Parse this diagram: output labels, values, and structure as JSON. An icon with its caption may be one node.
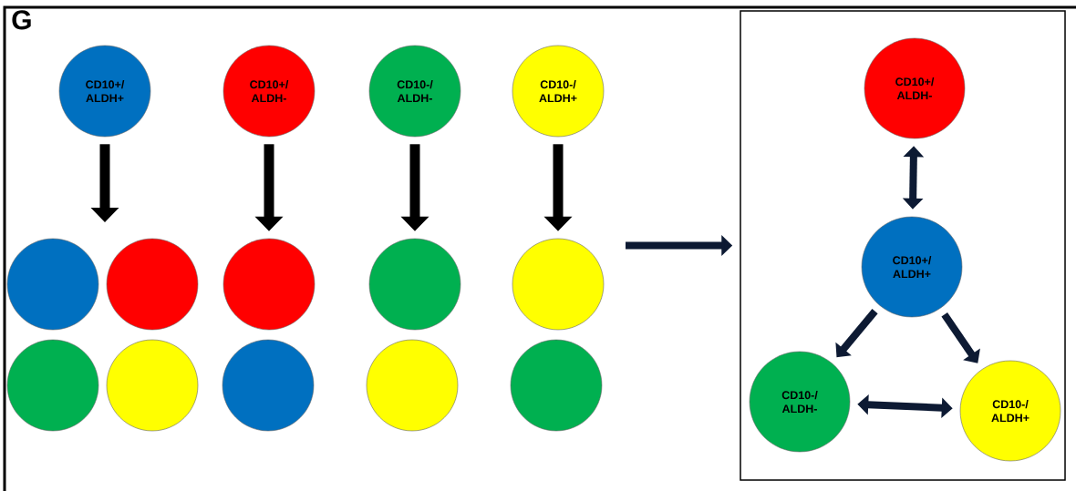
{
  "diagram": {
    "nodes": [
      {
        "text": [
          "CD10+/ ALDH+"
        ]
      },
      {
        "text": [
          "CD10+/ ALDH-"
        ]
      },
      {
        "text": [
          "CD10-/ ALDH-"
        ]
      },
      {
        "text": [
          "CD10-/ ALDH+"
        ]
      },
      {
        "text": [],
        "shape": "circle"
      },
      {
        "text": [],
        "shape": "circle"
      },
      {
        "text": [],
        "shape": "circle"
      },
      {
        "text": [],
        "shape": "circle"
      },
      {
        "text": [],
        "shape": "circle"
      },
      {
        "text": [],
        "shape": "circle"
      },
      {
        "text": [],
        "shape": "circle"
      },
      {
        "text": [],
        "shape": "circle"
      },
      {
        "text": [],
        "shape": "circle"
      },
      {
        "text": [],
        "shape": "circle"
      },
      {
        "text": [],
        "shape": "box"
      },
      {
        "text": [
          "CD10+/ ALDH-"
        ],
        "in": 14
      },
      {
        "text": [
          "CD10+/ ALDH+"
        ],
        "in": 14
      },
      {
        "text": [
          "CD10-/ ALDH-"
        ],
        "in": 14
      },
      {
        "text": [
          "CD10-/ ALDH+"
        ],
        "in": 14
      }
    ],
    "edges": [
      {
        "from": 0,
        "to": null,
        "arrow": "to",
        "color": "#000000"
      },
      {
        "from": 1,
        "to": 6,
        "arrow": "to",
        "color": "#000000"
      },
      {
        "from": 2,
        "to": 7,
        "arrow": "to",
        "color": "#000000"
      },
      {
        "from": 3,
        "to": 8,
        "arrow": "to",
        "color": "#000000"
      },
      {
        "from": null,
        "to": 14,
        "arrow": "to"
      },
      {
        "from": 15,
        "to": 16,
        "arrow": "both"
      },
      {
        "from": 16,
        "to": 17,
        "arrow": "to"
      },
      {
        "from": 16,
        "to": 18,
        "arrow": "to"
      },
      {
        "from": 17,
        "to": 18,
        "arrow": "both"
      }
    ],
    "labels": [
      "G"
    ]
  }
}
